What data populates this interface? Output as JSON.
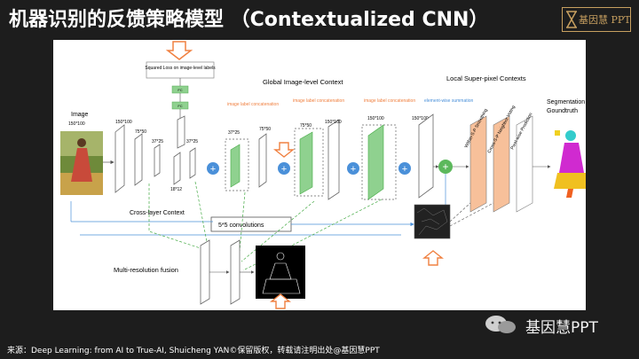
{
  "title": "机器识别的反馈策略模型 （Contextualized CNN）",
  "logo": {
    "text": "基因慧 PPT",
    "icon": "hourglass-icon"
  },
  "diagram": {
    "image_label": "Image",
    "image_size": "150*100",
    "squared_loss": "Squared Loss on image-level labels",
    "fc": "FC",
    "global_context": "Global Image-level Context",
    "local_context": "Local Super-pixel  Contexts",
    "concat1": "image label concatenation",
    "concat2": "image label concatenation",
    "concat3": "image label concatenation",
    "elementwise": "element-wise summation",
    "seg_label": "Segmentation Goundtruth",
    "crosslayer": "Cross-layer Context",
    "conv5": "5*5 convolutions",
    "multires": "Multi-resolution fusion",
    "dims": {
      "d1": "150*100",
      "d2": "75*50",
      "d3": "37*25",
      "d4": "37*25",
      "d5": "18*12",
      "d6": "37*25",
      "d7": "75*50",
      "d8": "75*50",
      "d9": "150*100",
      "d10": "150*100",
      "d11": "150*100"
    },
    "sp1": "Within-S-P Smoothing",
    "sp2": "Cross-S-P Neighbor Voting",
    "sp3": "Pixel-wise Prediction"
  },
  "source": "来源：Deep Learning: from AI to True-AI,  Shuicheng YAN©保留版权，转载请注明出处@基因慧PPT",
  "watermark": "基因慧PPT"
}
